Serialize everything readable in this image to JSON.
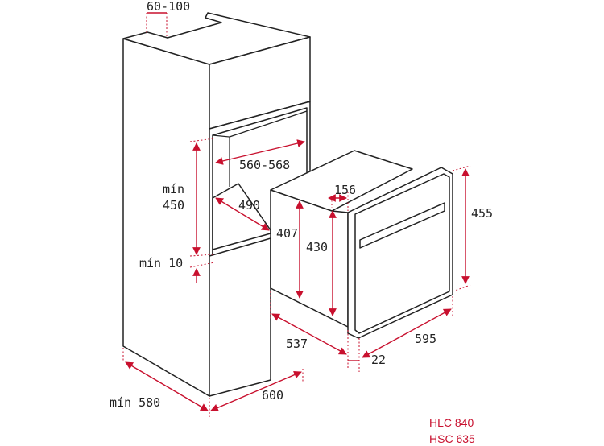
{
  "dimensions": {
    "niche_depth_gap": "60-100",
    "niche_width": "560-568",
    "niche_min_label": "mín",
    "niche_height": "450",
    "niche_depth": "490",
    "bottom_gap": "mín 10",
    "cabinet_depth": "mín 580",
    "cabinet_width": "600",
    "oven_body_height": "407",
    "oven_inner_height": "430",
    "oven_front_height": "455",
    "oven_top_offset": "156",
    "oven_depth": "537",
    "oven_width": "595",
    "front_thickness": "22"
  },
  "models": [
    "HLC 840",
    "HSC 635"
  ],
  "colors": {
    "accent": "#c8102e",
    "line": "#222222"
  }
}
